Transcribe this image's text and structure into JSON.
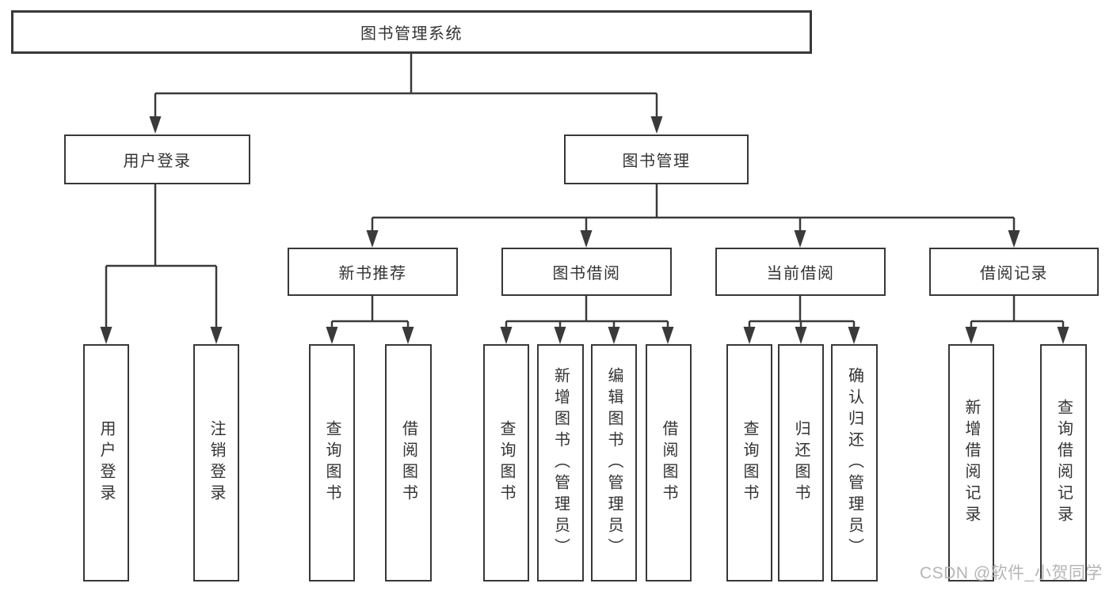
{
  "diagram": {
    "root": {
      "label": "图书管理系统"
    },
    "level2": [
      {
        "label": "用户登录",
        "children": [
          "用户登录",
          "注销登录"
        ]
      },
      {
        "label": "图书管理"
      }
    ],
    "level3": [
      {
        "label": "新书推荐",
        "children": [
          "查询图书",
          "借阅图书"
        ]
      },
      {
        "label": "图书借阅",
        "children": [
          "查询图书",
          "新增图书（管理员）",
          "编辑图书（管理员）",
          "借阅图书"
        ]
      },
      {
        "label": "当前借阅",
        "children": [
          "查询图书",
          "归还图书",
          "确认归还（管理员）"
        ]
      },
      {
        "label": "借阅记录",
        "children": [
          "新增借阅记录",
          "查询借阅记录"
        ]
      }
    ]
  },
  "watermark": {
    "text": "CSDN @软件_小贺同学"
  },
  "colors": {
    "line": "#3a3a3a",
    "box_border": "#383838",
    "text": "#333333",
    "watermark_text": "#b5b5b5",
    "background": "#ffffff"
  }
}
